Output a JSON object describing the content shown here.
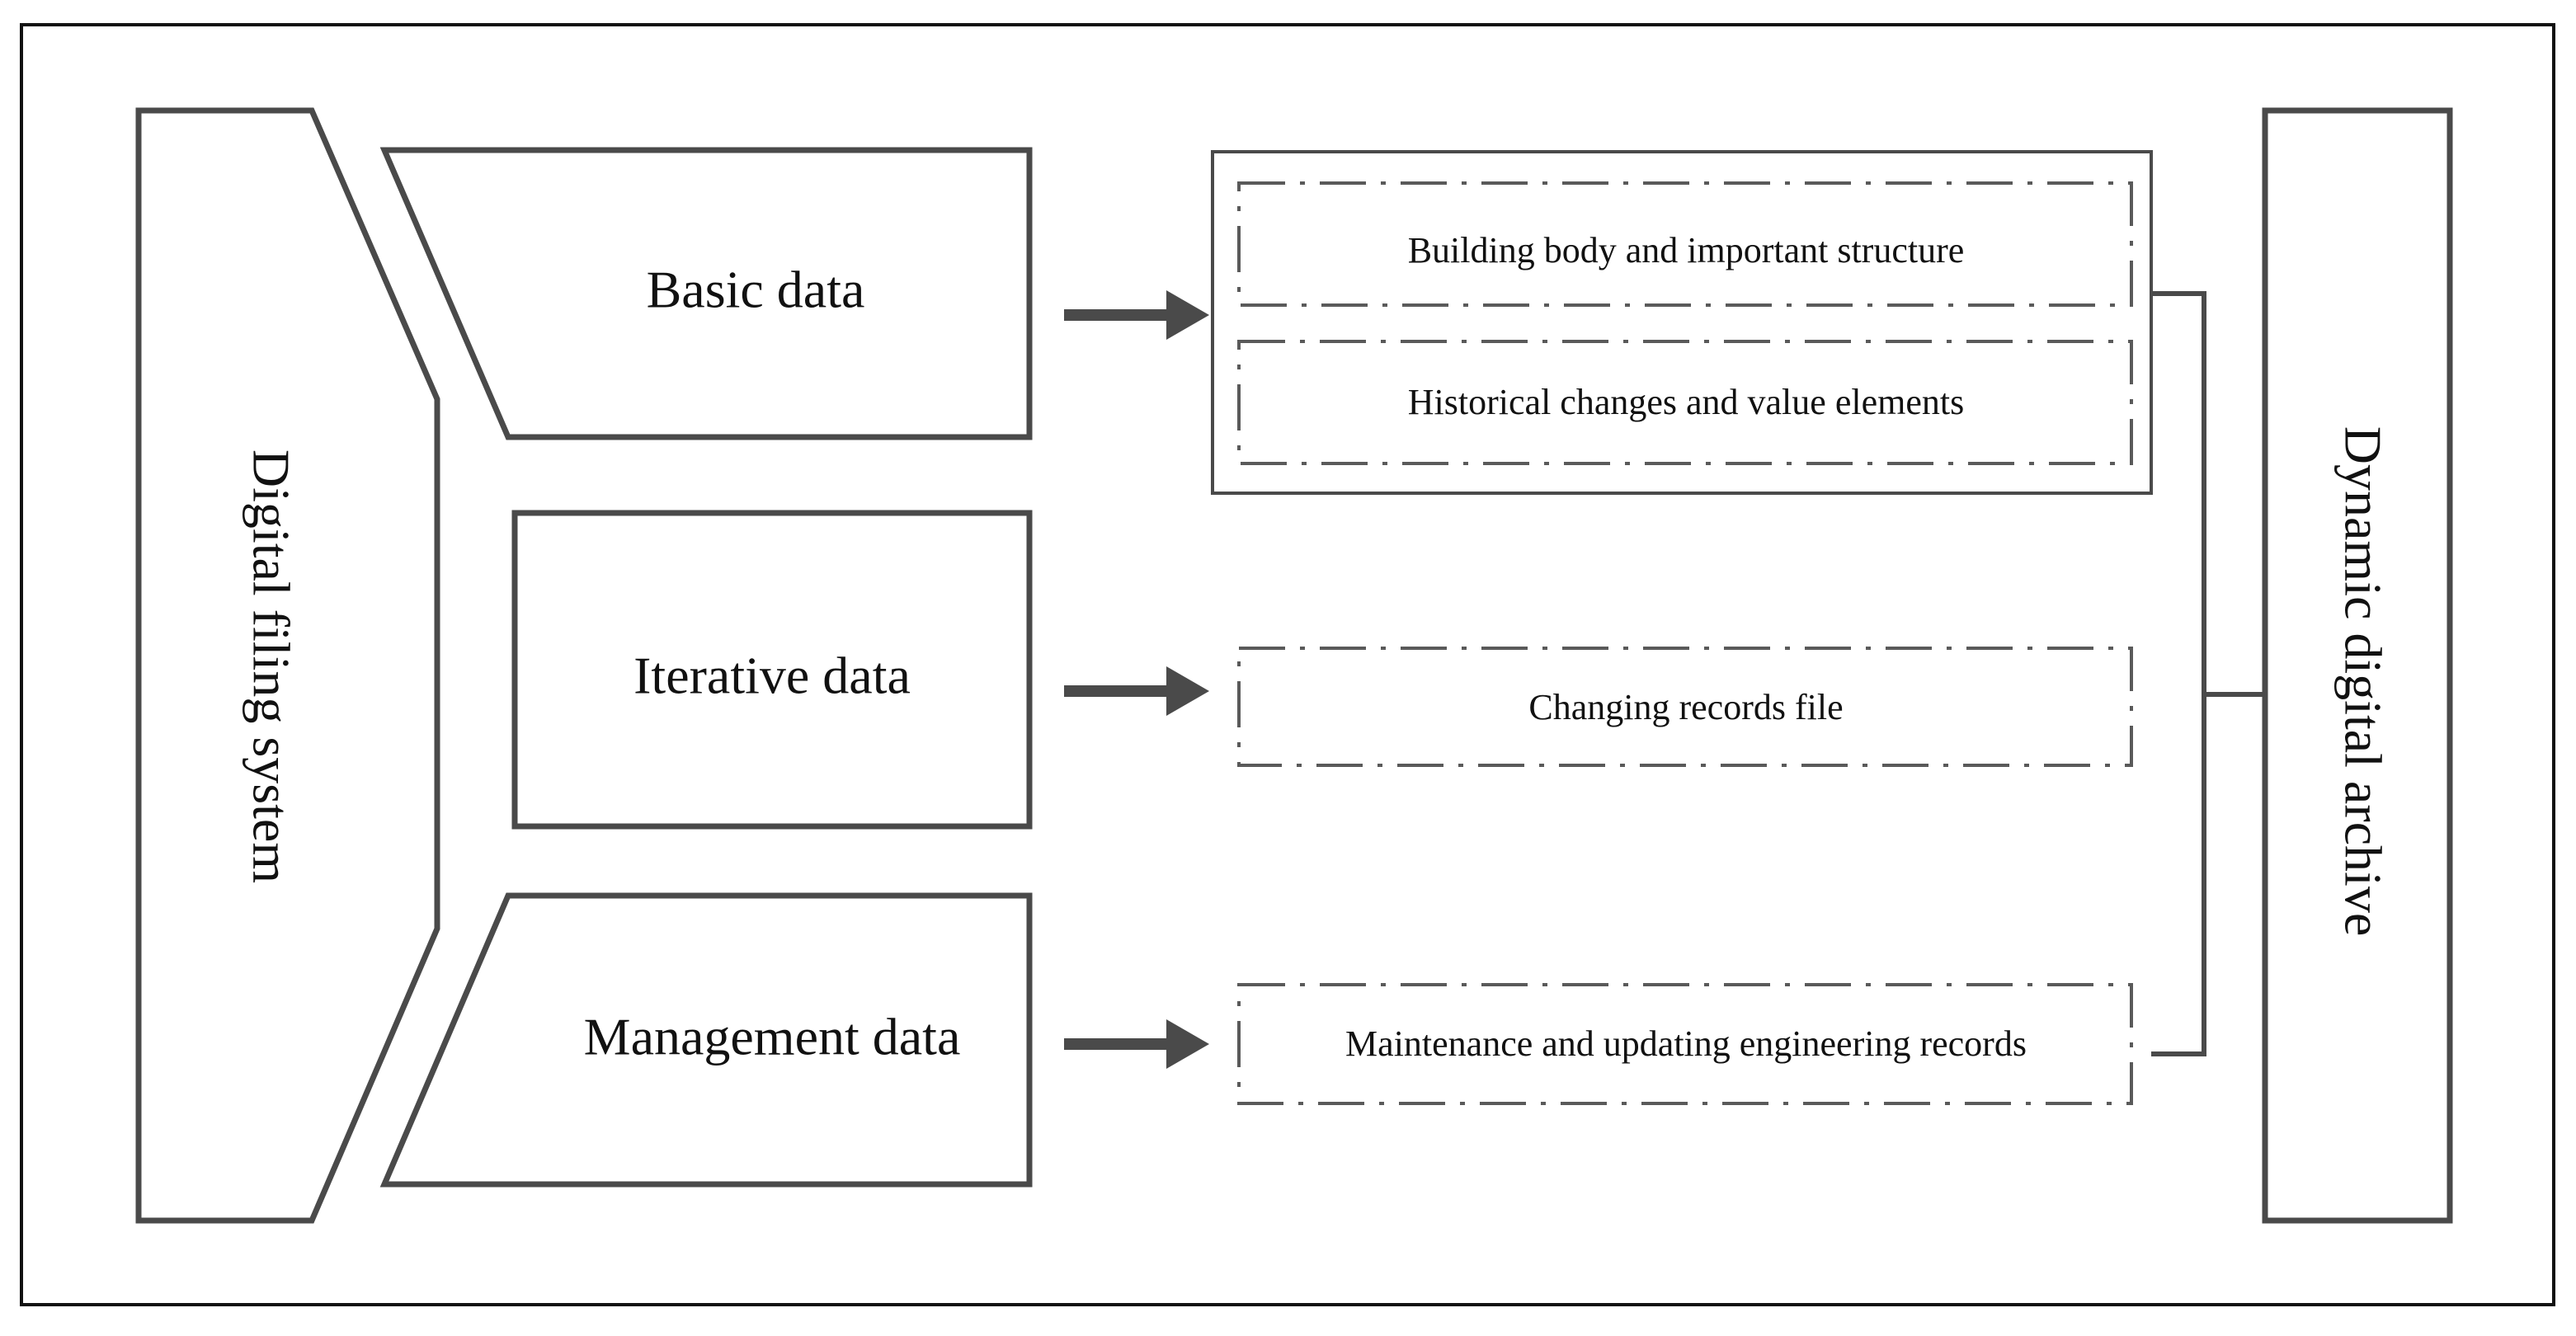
{
  "left_pillar": {
    "label": "Digital filing system"
  },
  "right_pillar": {
    "label": "Dynamic digital archive"
  },
  "categories": [
    {
      "label": "Basic data"
    },
    {
      "label": "Iterative data"
    },
    {
      "label": "Management data"
    }
  ],
  "records": [
    {
      "label": "Building body and important structure"
    },
    {
      "label": "Historical changes and value elements"
    },
    {
      "label": "Changing records file"
    },
    {
      "label": "Maintenance and updating engineering records"
    }
  ],
  "colors": {
    "stroke": "#4a4a4a",
    "text": "#111111",
    "background": "#ffffff"
  }
}
